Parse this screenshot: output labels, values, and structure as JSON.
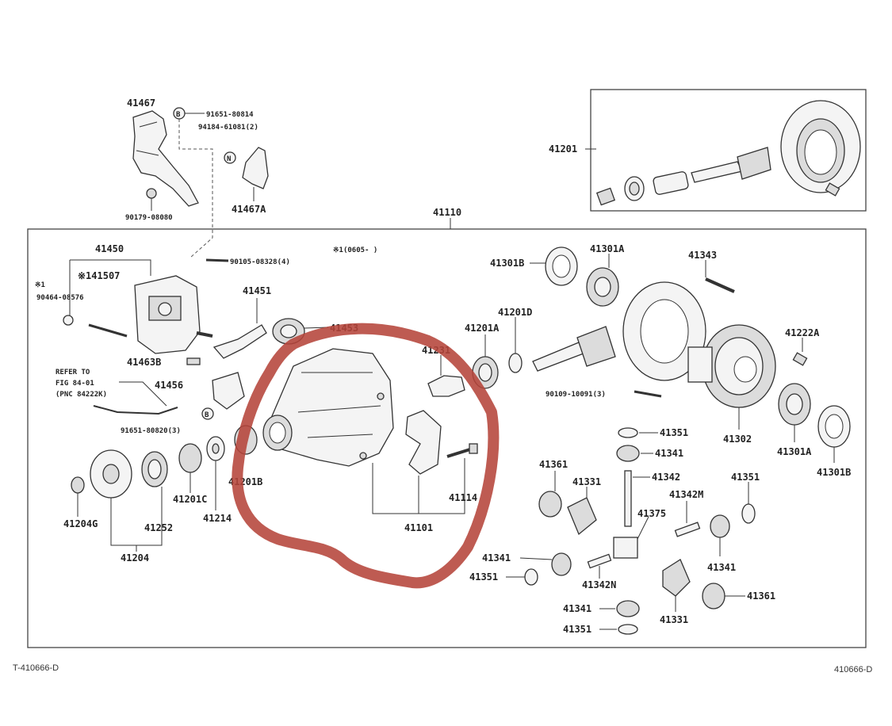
{
  "labels": {
    "p41467": "41467",
    "pB": "B",
    "p91651a": "91651-80814",
    "p94184": "94184-61081(2)",
    "pN": "N",
    "p41467A": "41467A",
    "p90179": "90179-08080",
    "p41201": "41201",
    "p41110": "41110",
    "p41450": "41450",
    "p141507": "※141507",
    "pRef1": "※1",
    "p90464": "90464-08576",
    "p90105": "90105-08328(4)",
    "pNote": "※1(0605-    )",
    "p41451": "41451",
    "p41463B": "41463B",
    "p41453": "41453",
    "p41231": "41231",
    "p41201A": "41201A",
    "p41201D": "41201D",
    "p41301B_top": "41301B",
    "p41301A_top": "41301A",
    "p41343": "41343",
    "p41222A": "41222A",
    "pRefer1": "REFER TO",
    "pRefer2": "FIG 84-01",
    "pRefer3": "(PNC 84222K)",
    "p41456": "41456",
    "pB2": "B",
    "p91651b": "91651-80820(3)",
    "p90109": "90109-10091(3)",
    "p41302": "41302",
    "p41301A_bot": "41301A",
    "p41301B_bot": "41301B",
    "p41201B": "41201B",
    "p41201C": "41201C",
    "p41214": "41214",
    "p41114": "41114",
    "p41101": "41101",
    "p41204G": "41204G",
    "p41252": "41252",
    "p41204": "41204",
    "p41351_a": "41351",
    "p41341_a": "41341",
    "p41342": "41342",
    "p41342M": "41342M",
    "p41361_a": "41361",
    "p41331_a": "41331",
    "p41375": "41375",
    "p41351_b": "41351",
    "p41341_b": "41341",
    "p41341_c": "41341",
    "p41351_c": "41351",
    "p41342N": "41342N",
    "p41341_d": "41341",
    "p41351_d": "41351",
    "p41331_b": "41331",
    "p41361_b": "41361"
  },
  "footer": {
    "left": "T-410666-D",
    "right": "410666-D"
  },
  "colors": {
    "highlight": "#b5443a",
    "ink": "#333333"
  },
  "icons": [
    "differential-carrier-icon",
    "ring-gear-icon",
    "pinion-icon",
    "bearing-icon",
    "companion-flange-icon",
    "side-gear-icon",
    "highlight-circle-icon"
  ]
}
